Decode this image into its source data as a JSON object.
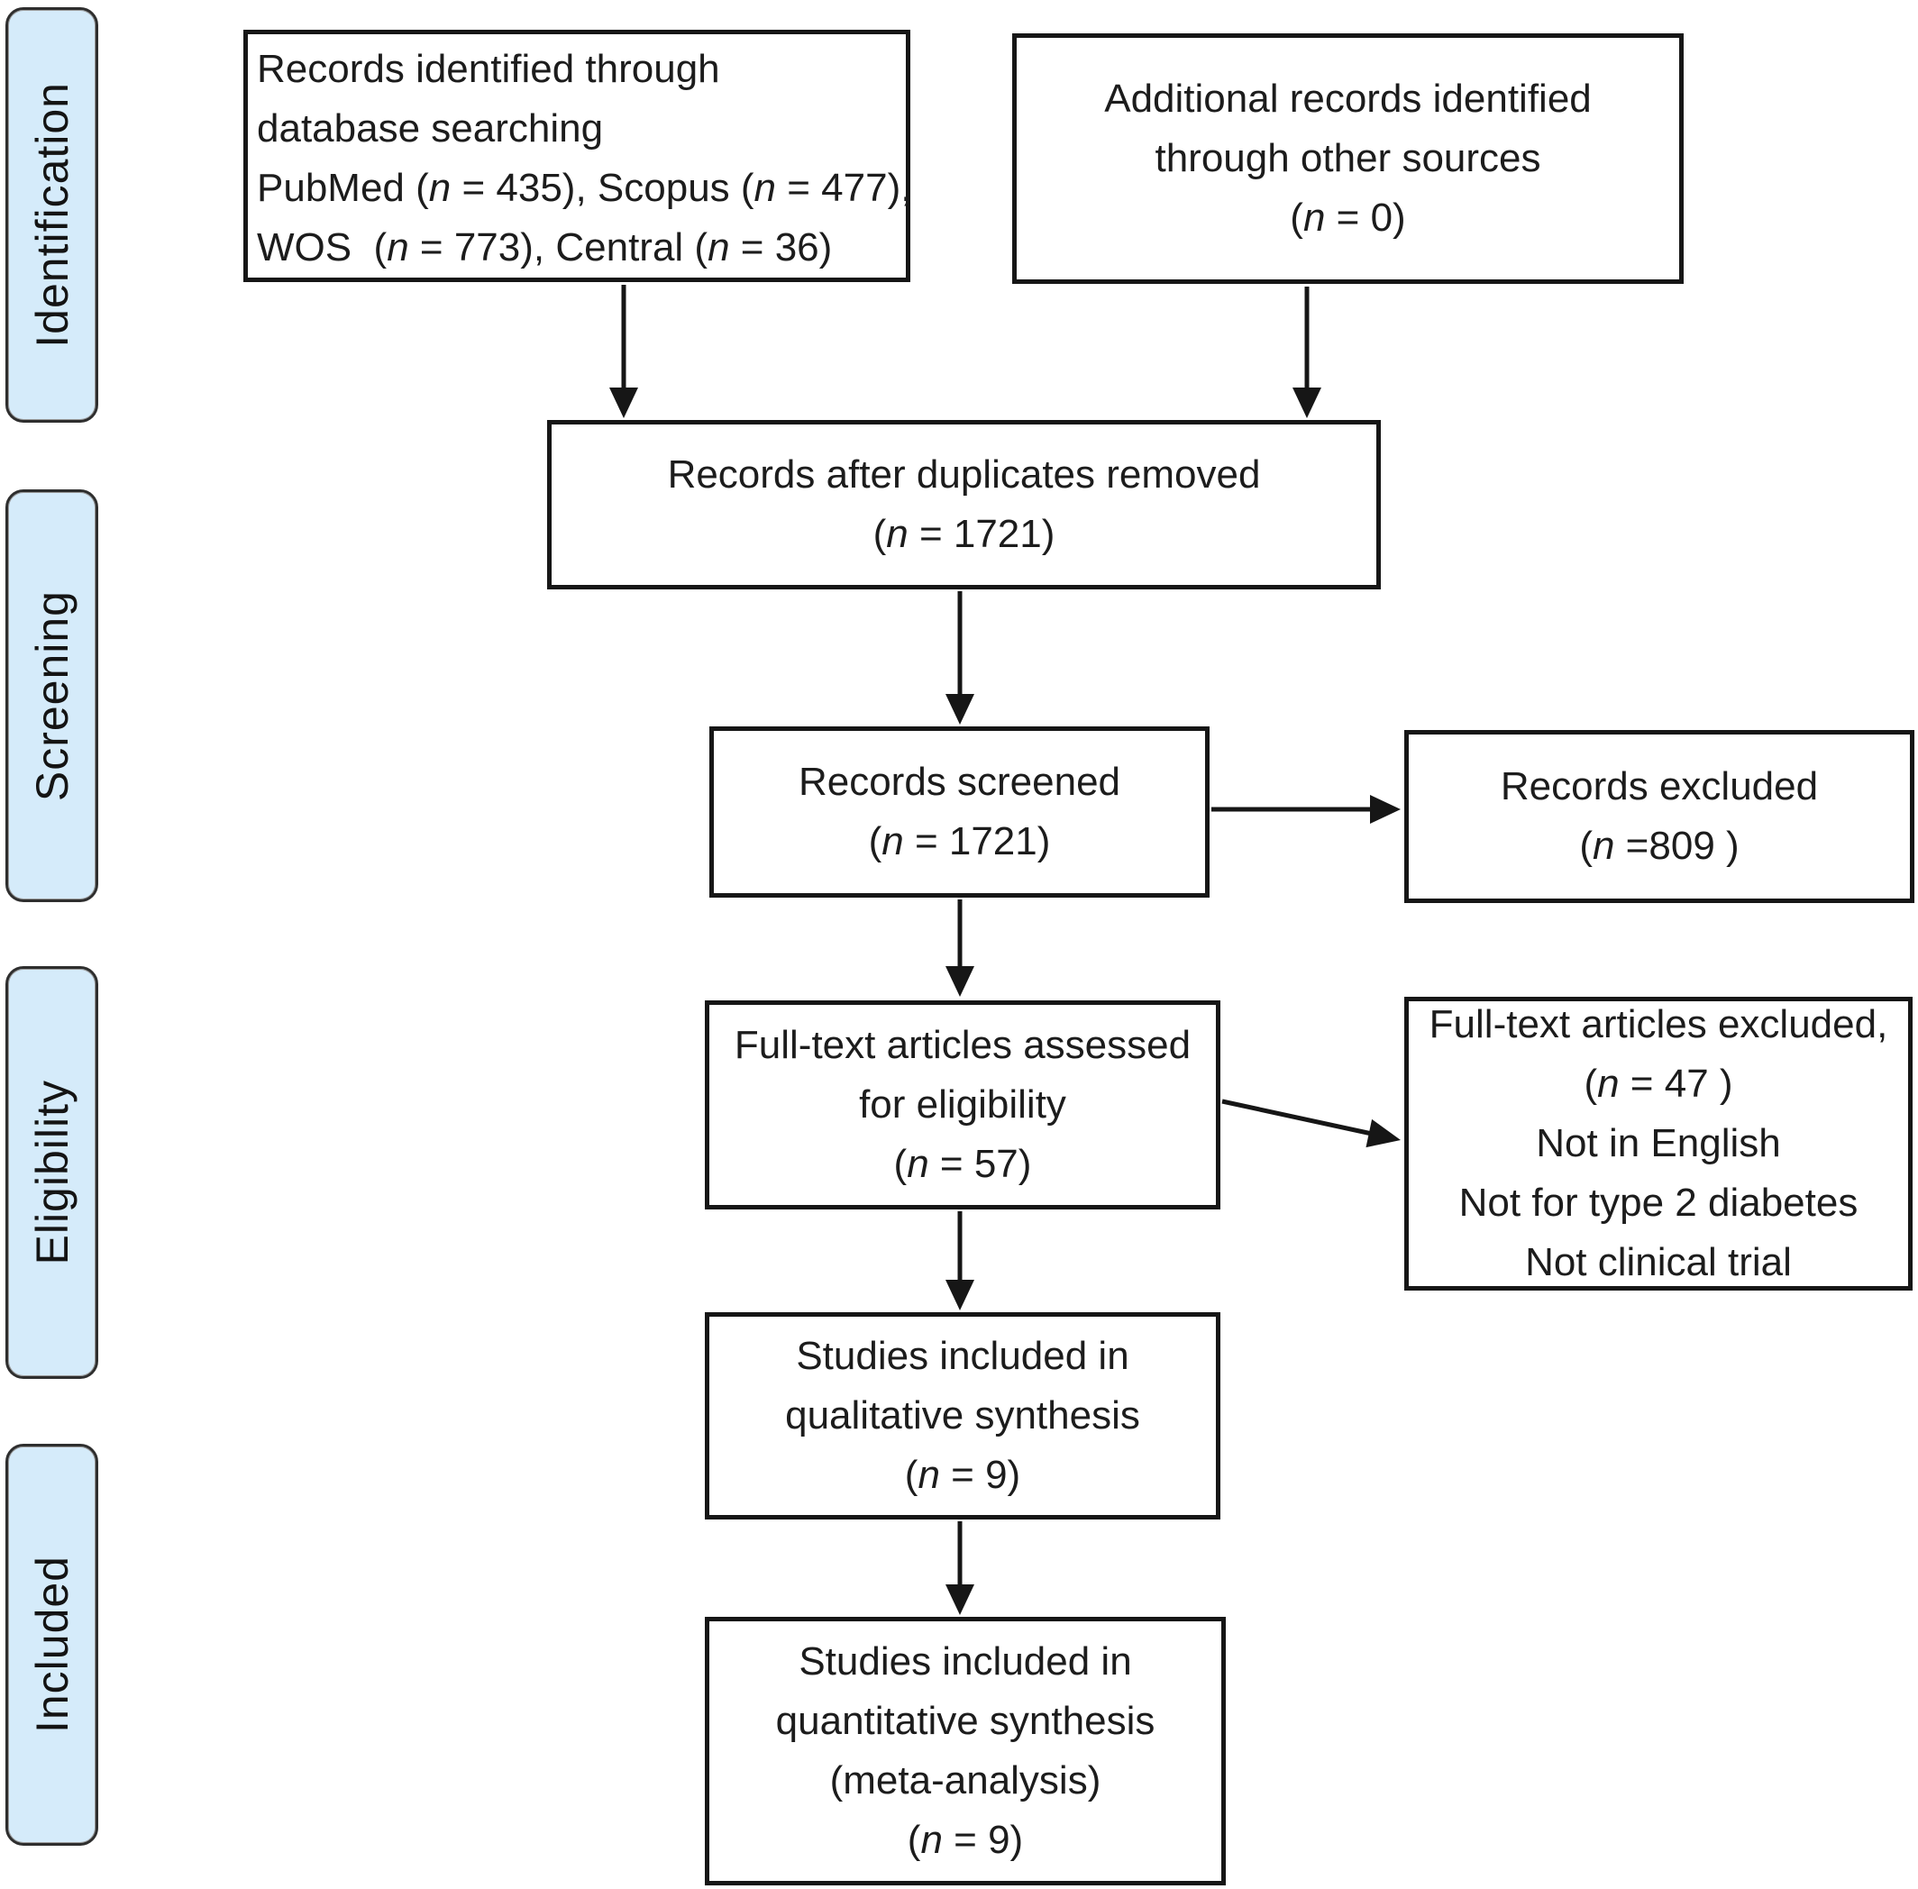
{
  "colors": {
    "sidebar_fill": "#d5ebfa",
    "sidebar_border": "#2e2e2e",
    "line_color": "#161616"
  },
  "sidebar": {
    "identification": "Identification",
    "screening": "Screening",
    "eligibility": "Eligibility",
    "included": "Included"
  },
  "boxes": {
    "identified": {
      "lines": [
        "Records identified through",
        "database searching",
        "PubMed (n = 435), Scopus (n = 477),",
        "WOS  (n = 773), Central (n = 36)"
      ]
    },
    "additional": {
      "lines": [
        "Additional records identified",
        "through other sources",
        "(n = 0)"
      ]
    },
    "deduplicated": {
      "lines": [
        "Records after duplicates removed",
        "(n = 1721)"
      ]
    },
    "screened": {
      "lines": [
        "Records screened",
        "(n = 1721)"
      ]
    },
    "records_excluded": {
      "lines": [
        "Records excluded",
        "(n =809 )"
      ]
    },
    "fulltext_assessed": {
      "lines": [
        "Full-text articles assessed",
        "for eligibility",
        "(n = 57)"
      ]
    },
    "fulltext_excluded": {
      "lines": [
        "Full-text articles excluded,",
        "(n = 47 )",
        "Not in English",
        "Not for type 2 diabetes",
        "Not clinical trial"
      ]
    },
    "qualitative": {
      "lines": [
        "Studies included in",
        "qualitative synthesis",
        "(n = 9)"
      ]
    },
    "quantitative": {
      "lines": [
        "Studies included in",
        "quantitative synthesis",
        "(meta-analysis)",
        "(n = 9)"
      ]
    }
  }
}
